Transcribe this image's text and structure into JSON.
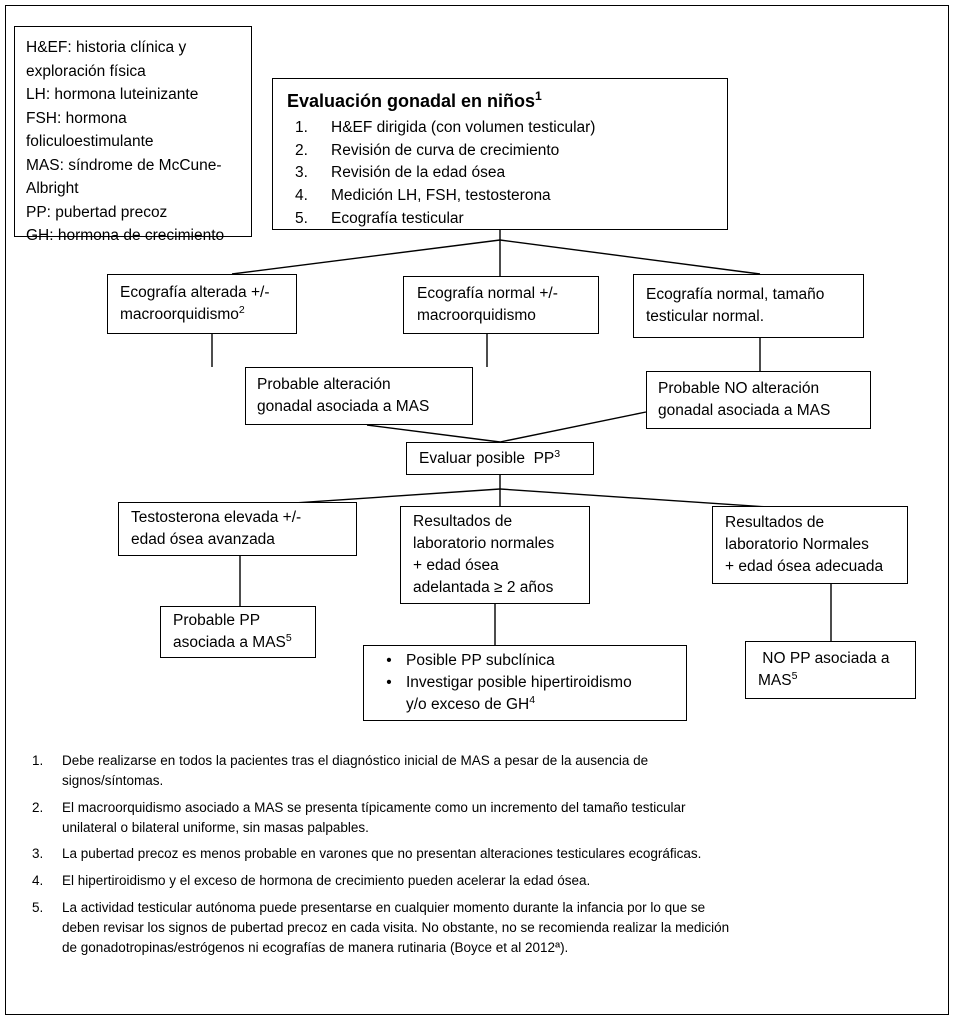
{
  "legend": {
    "name": "abbreviations-legend",
    "lines": [
      "H&EF: historia clínica y",
      "exploración física",
      "LH: hormona luteinizante",
      "FSH: hormona",
      "foliculoestimulante",
      "MAS: síndrome de McCune-",
      "Albright",
      "PP: pubertad precoz",
      "GH: hormona de crecimiento"
    ]
  },
  "title_box": {
    "heading": "Evaluación gonadal en niños",
    "heading_sup": "1",
    "steps": [
      {
        "num": "1.",
        "text": "H&EF dirigida (con volumen testicular)"
      },
      {
        "num": "2.",
        "text": "Revisión de curva de crecimiento"
      },
      {
        "num": "3.",
        "text": "Revisión de la edad ósea"
      },
      {
        "num": "4.",
        "text": "Medición LH, FSH, testosterona"
      },
      {
        "num": "5.",
        "text": "Ecografía testicular"
      }
    ]
  },
  "nodes": {
    "us_altered": {
      "line1": "Ecografía alterada +/-",
      "line2": "macroorquidismo",
      "line2_sup": "2"
    },
    "us_normal": {
      "line1": "Ecografía normal +/-",
      "line2": "macroorquidismo"
    },
    "us_normal_size": {
      "line1": "Ecografía normal, tamaño",
      "line2": "testicular normal."
    },
    "prob_alteration": {
      "line1": "Probable alteración",
      "line2": "gonadal asociada a MAS"
    },
    "prob_no_alteration": {
      "line1": "Probable NO alteración",
      "line2": "gonadal asociada a MAS"
    },
    "evaluate_pp": {
      "line1": "Evaluar posible  PP",
      "line1_sup": "3"
    },
    "testosterone_high": {
      "line1": "Testosterona elevada +/-",
      "line2": "edad ósea avanzada"
    },
    "lab_normal_advanced": {
      "line1": "Resultados de",
      "line2": "laboratorio normales",
      "line3": "+ edad ósea",
      "line4": "adelantada ≥ 2 años"
    },
    "lab_normal_adequate": {
      "line1": "Resultados de",
      "line2": "laboratorio Normales",
      "line3": "+ edad ósea adecuada"
    },
    "probable_pp": {
      "line1": "Probable PP",
      "line2": "asociada a MAS",
      "line2_sup": "5"
    },
    "subclinical_bullets": {
      "bullet1": "Posible PP subclínica",
      "bullet2": "Investigar posible hipertiroidismo",
      "bullet2_cont": "y/o exceso de GH",
      "bullet2_sup": "4",
      "bullet_glyph": "•"
    },
    "no_pp": {
      "line1": " NO PP asociada a",
      "line2": "MAS",
      "line2_sup": "5"
    }
  },
  "footnotes": [
    {
      "num": "1.",
      "text": "Debe realizarse en todos la pacientes tras el diagnóstico inicial de MAS a pesar de la ausencia de signos/síntomas."
    },
    {
      "num": "2.",
      "text": "El macroorquidismo asociado a MAS se presenta típicamente como un incremento del tamaño testicular unilateral o bilateral uniforme, sin masas palpables."
    },
    {
      "num": "3.",
      "text": "La pubertad precoz es menos probable en varones que no presentan alteraciones testiculares ecográficas."
    },
    {
      "num": "4.",
      "text": "El hipertiroidismo y el exceso de hormona de crecimiento pueden acelerar la edad ósea."
    },
    {
      "num": "5.",
      "text": "La actividad testicular autónoma puede presentarse en cualquier momento durante la infancia por lo que se deben revisar los signos de pubertad precoz en cada visita. No obstante, no se recomienda realizar la medición de gonadotropinas/estrógenos ni ecografías de manera rutinaria (Boyce et al 2012ª)."
    }
  ],
  "colors": {
    "border": "#000000",
    "background": "#ffffff",
    "text": "#000000"
  }
}
